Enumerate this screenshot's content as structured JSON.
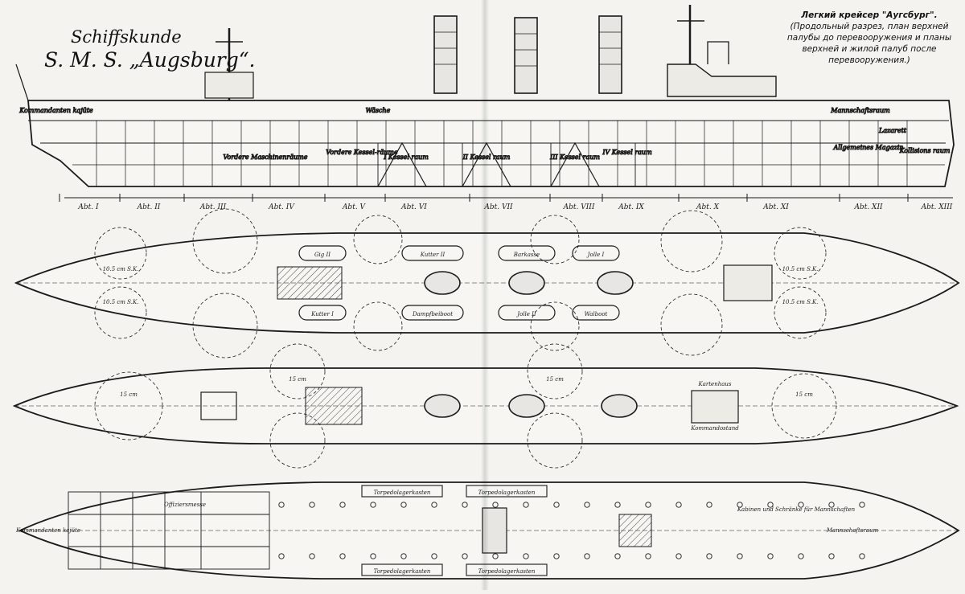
{
  "title": {
    "line1": "Schiffskunde",
    "line2": "S. M. S. „Augsburg“."
  },
  "caption": {
    "heading": "Легкий крейсер \"Аугсбург\".",
    "body": "(Продольный разрез, план верхней палубы до перевооружения и планы верхней и жилой палуб после перевооружения.)"
  },
  "sections": [
    "Abt. I",
    "Abt. II",
    "Abt. III",
    "Abt. IV",
    "Abt. V",
    "Abt. VI",
    "Abt. VII",
    "Abt. VIII",
    "Abt. IX",
    "Abt. X",
    "Abt. XI",
    "Abt. XII",
    "Abt. XIII"
  ],
  "profile_labels": [
    "Kommandanten kajüte",
    "Vordere Maschinenräume",
    "Vordere Kessel-räume",
    "I Kessel raum",
    "II Kessel raum",
    "III Kessel raum",
    "IV Kessel raum",
    "Mannschaftsraum",
    "Lazarett",
    "Kollisions raum",
    "Allgemeines Magazin",
    "Wäsche"
  ],
  "upper_deck_labels": [
    "Gig II",
    "Kutter II",
    "Barkasse",
    "Jolle I",
    "Kutter I",
    "Dampfbeiboot",
    "Jolle II",
    "Walboot",
    "10.5 cm S.K.",
    "10.5 cm S.K.",
    "10.5 cm S.K.",
    "10.5 cm S.K."
  ],
  "after_refit_labels": [
    "15 cm",
    "15 cm",
    "15 cm",
    "15 cm",
    "Kartenhaus",
    "Kommandostand"
  ],
  "living_deck_labels": [
    "Kommandanten kajüte",
    "Offiziersmesse",
    "Torpedolagerkasten",
    "Torpedolagerkasten",
    "Torpedolagerkasten",
    "Torpedolagerkasten",
    "Mannschaftsraum",
    "Kabinen und Schränke für Mannschaften"
  ],
  "colors": {
    "ink": "#1a1a1a",
    "paper": "#f4f3ef"
  }
}
